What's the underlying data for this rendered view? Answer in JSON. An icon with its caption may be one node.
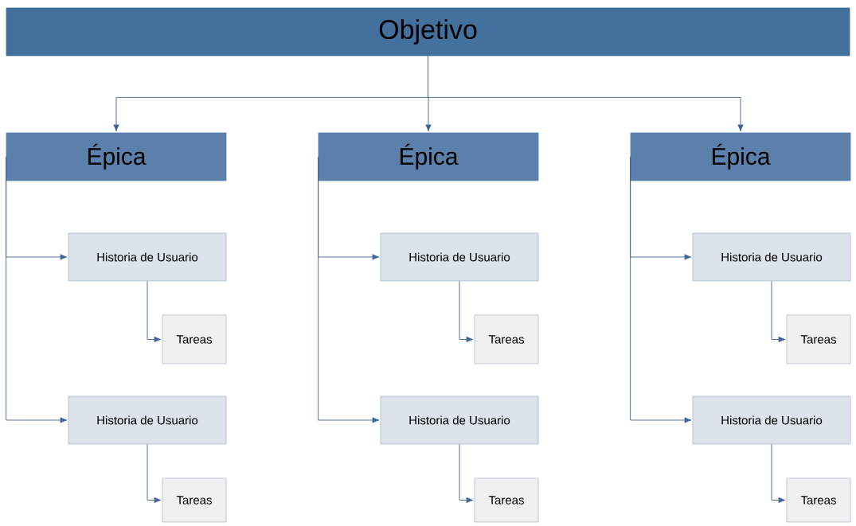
{
  "diagram": {
    "nodes": [
      {
        "text": [
          "Objetivo"
        ]
      },
      {
        "text": [
          "Épica"
        ]
      },
      {
        "text": [
          "Historia de Usuario"
        ]
      },
      {
        "text": [
          "Tareas"
        ]
      },
      {
        "text": [
          "Historia de Usuario"
        ]
      },
      {
        "text": [
          "Tareas"
        ]
      },
      {
        "text": [
          "Épica"
        ]
      },
      {
        "text": [
          "Historia de Usuario"
        ]
      },
      {
        "text": [
          "Tareas"
        ]
      },
      {
        "text": [
          "Historia de Usuario"
        ]
      },
      {
        "text": [
          "Tareas"
        ]
      },
      {
        "text": [
          "Épica"
        ]
      },
      {
        "text": [
          "Historia de Usuario"
        ]
      },
      {
        "text": [
          "Tareas"
        ]
      },
      {
        "text": [
          "Historia de Usuario"
        ]
      },
      {
        "text": [
          "Tareas"
        ]
      }
    ],
    "edges": [
      {
        "from": 0,
        "to": 1,
        "arrow": "to"
      },
      {
        "from": 1,
        "to": 2,
        "arrow": "to"
      },
      {
        "from": 2,
        "to": 3,
        "arrow": "to"
      },
      {
        "from": 1,
        "to": 4,
        "arrow": "to"
      },
      {
        "from": 4,
        "to": 5,
        "arrow": "to"
      },
      {
        "from": 0,
        "to": 6,
        "arrow": "to"
      },
      {
        "from": 6,
        "to": 7,
        "arrow": "to"
      },
      {
        "from": 7,
        "to": 8,
        "arrow": "to"
      },
      {
        "from": 6,
        "to": 9,
        "arrow": "to"
      },
      {
        "from": 9,
        "to": 10,
        "arrow": "to"
      },
      {
        "from": 0,
        "to": 11,
        "arrow": "to"
      },
      {
        "from": 11,
        "to": 12,
        "arrow": "to"
      },
      {
        "from": 12,
        "to": 13,
        "arrow": "to"
      },
      {
        "from": 11,
        "to": 14,
        "arrow": "to"
      },
      {
        "from": 14,
        "to": 15,
        "arrow": "to"
      }
    ]
  }
}
